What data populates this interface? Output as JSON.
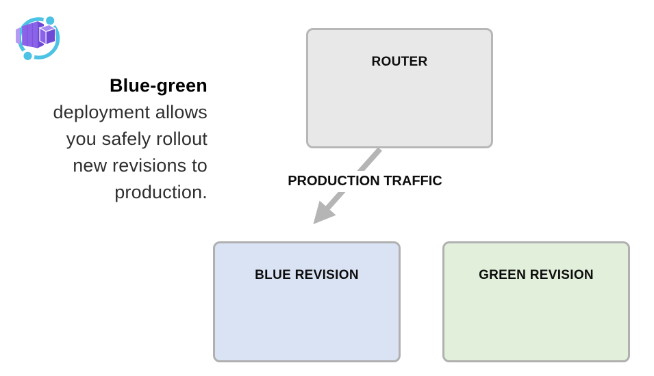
{
  "slide": {
    "background": "#ffffff",
    "logo": {
      "name": "azure-container-apps-logo",
      "ring_color": "#4cc2e4",
      "cube_front": "#8a63e8",
      "cube_side": "#6f4ad6",
      "cube_top": "#a78cf2",
      "cube_light": "#b49af4",
      "panel_line": "#7a52da"
    },
    "intro": {
      "bold_line": "Blue-green",
      "lines": [
        "deployment allows",
        "you safely rollout",
        "new revisions to",
        "production."
      ]
    },
    "diagram": {
      "router": {
        "label": "ROUTER",
        "fill": "#e8e8e8",
        "border": "#b7b7b7"
      },
      "traffic_label": "PRODUCTION TRAFFIC",
      "arrow_color": "#b5b5b5",
      "blue_revision": {
        "label": "BLUE REVISION",
        "fill": "#dae3f3",
        "border": "#b0b0b0"
      },
      "green_revision": {
        "label": "GREEN REVISION",
        "fill": "#e2efda",
        "border": "#b0b0b0"
      }
    }
  }
}
